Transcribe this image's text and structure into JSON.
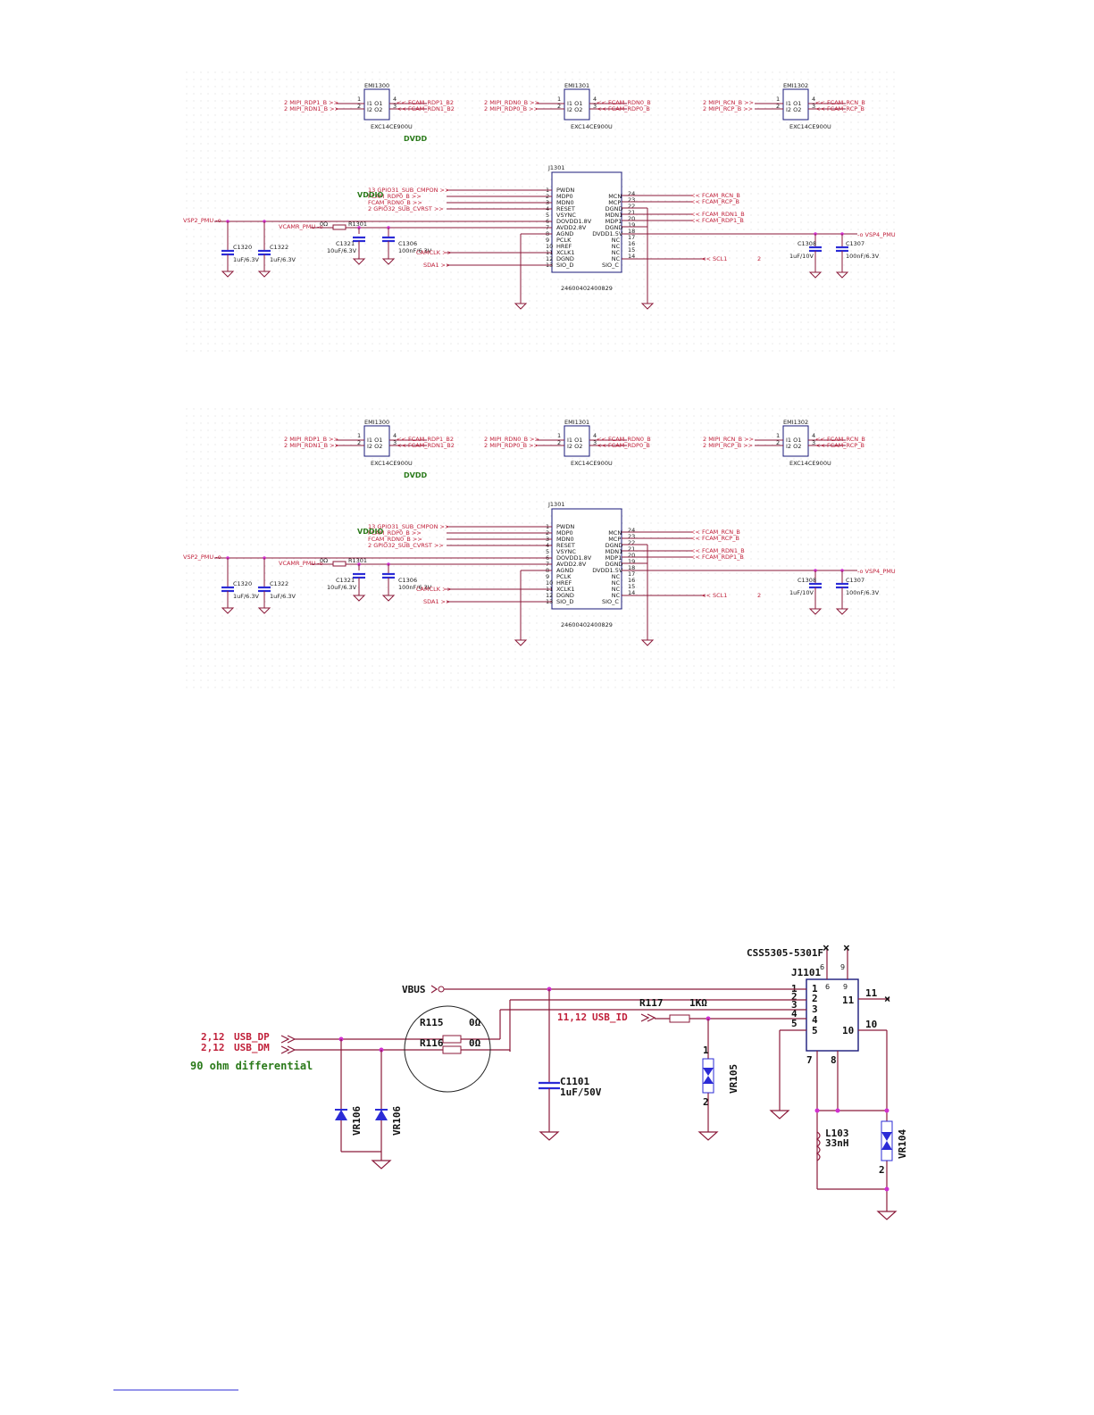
{
  "panel1": {
    "ferrites": [
      {
        "ref": "EMI1300",
        "part": "EXC14CE900U",
        "in1": "MIPI_RDP1_B",
        "in2": "MIPI_RDN1_B",
        "out1": "FCAM_RDP1_B2",
        "out2": "FCAM_RDN1_B2"
      },
      {
        "ref": "EMI1301",
        "part": "EXC14CE900U",
        "in1": "MIPI_RDN0_B",
        "in2": "MIPI_RDP0_B",
        "out1": "FCAM_RDN0_B",
        "out2": "FCAM_RDP0_B"
      },
      {
        "ref": "EMI1302",
        "part": "EXC14CE900U",
        "in1": "MIPI_RCN_B",
        "in2": "MIPI_RCP_B",
        "out1": "FCAM_RCN_B",
        "out2": "FCAM_RCP_B"
      }
    ],
    "dvdd": "DVDD",
    "vddio": "VDDIO",
    "connector_ref": "J1301",
    "connector_part": "24600402400829",
    "left_pins": [
      "PWDN",
      "MDP0",
      "MDN0",
      "RESET",
      "VSYNC",
      "DOVDD1.8V",
      "AVDD2.8V",
      "AGND",
      "PCLK",
      "HREF",
      "XCLK1",
      "DGND",
      "SIO_D"
    ],
    "right_pins": [
      "MCN",
      "MCP",
      "DGND",
      "MDN1",
      "MDP1",
      "DGND",
      "DVDD1.5V",
      "NC",
      "NC",
      "NC",
      "NC",
      "SIO_C"
    ],
    "right_nums": [
      "24",
      "23",
      "22",
      "21",
      "20",
      "19",
      "18",
      "17",
      "16",
      "15",
      "14"
    ],
    "left_nets": [
      "GPIO31_SUB_CMPON",
      "FCAM_RDP0_B",
      "FCAM_RDN0_B",
      "GPIO32_SUB_CVRST"
    ],
    "right_nets": [
      "FCAM_RCN_B",
      "FCAM_RCP_B",
      "FCAM_RDN1_B",
      "FCAM_RDP1_B"
    ],
    "vsp2": "VSP2_PMU",
    "vsp4": "VSP4_PMU",
    "vcam": "VCAMR_PMU",
    "r": "R1301",
    "r_val": "0Ω",
    "caps": [
      {
        "ref": "C1320",
        "val": "1uF/6.3V"
      },
      {
        "ref": "C1322",
        "val": "1uF/6.3V"
      },
      {
        "ref": "C1321",
        "val": "10uF/6.3V"
      },
      {
        "ref": "C1306",
        "val": "100nF/6.3V"
      },
      {
        "ref": "C1308",
        "val": "1uF/10V"
      },
      {
        "ref": "C1307",
        "val": "100nF/6.3V"
      }
    ],
    "camclk": "CAMCLK",
    "sda": "SDA1",
    "scl": "SCL1",
    "num2": "2"
  },
  "usb": {
    "conn_part": "CSS5305-5301F",
    "conn_ref": "J1101",
    "vbus": "VBUS",
    "usb_dp_page": "2,12",
    "usb_dp": "USB_DP",
    "usb_dm_page": "2,12",
    "usb_dm": "USB_DM",
    "diff_note": "90 ohm differential",
    "r115": "R115",
    "r116": "R116",
    "r0": "0Ω",
    "r117": "R117",
    "r117_val": "1KΩ",
    "usb_id_page": "11,12",
    "usb_id": "USB_ID",
    "c1101": "C1101",
    "c1101_val": "1uF/50V",
    "vr105": "VR105",
    "vr106": "VR106",
    "vr104": "VR104",
    "l103": "L103",
    "l103_val": "33nH",
    "pins_left": [
      "1",
      "2",
      "3",
      "4",
      "5"
    ],
    "pins_top": [
      "6",
      "9"
    ],
    "pin11": "11",
    "pin10": "10",
    "pin7": "7",
    "pin8": "8",
    "pin1": "1",
    "pin2": "2"
  }
}
